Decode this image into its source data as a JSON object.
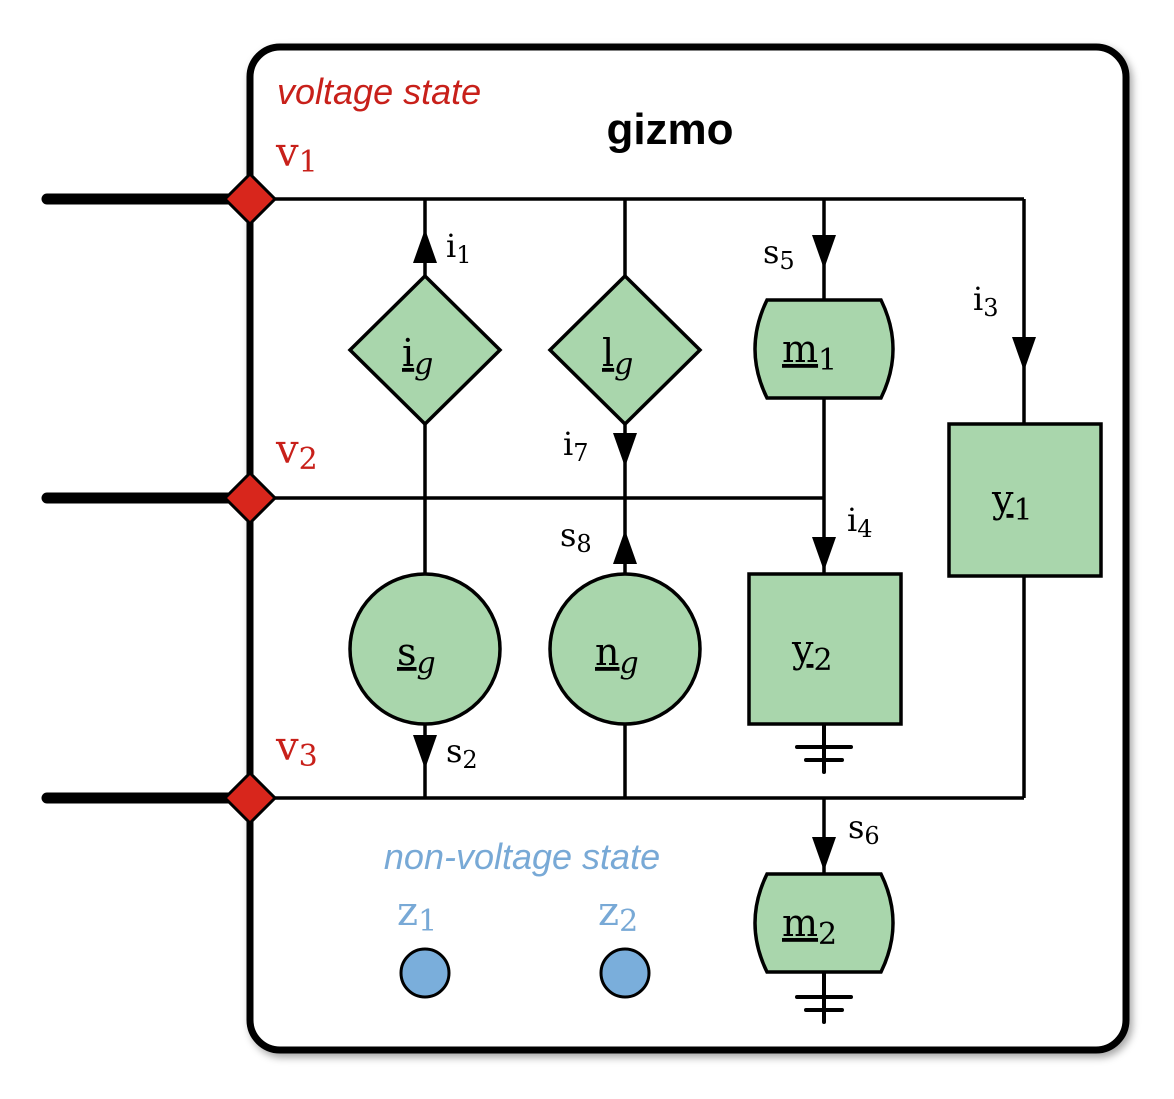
{
  "title": "gizmo",
  "legend": {
    "voltage_state": "voltage state",
    "non_voltage_state": "non-voltage state"
  },
  "voltage_nodes": [
    {
      "base": "v",
      "sub": "1"
    },
    {
      "base": "v",
      "sub": "2"
    },
    {
      "base": "v",
      "sub": "3"
    }
  ],
  "state_nodes": [
    {
      "base": "z",
      "sub": "1"
    },
    {
      "base": "z",
      "sub": "2"
    }
  ],
  "components": {
    "ig": {
      "base": "i",
      "sub": "g"
    },
    "lg": {
      "base": "l",
      "sub": "g"
    },
    "m1": {
      "base": "m",
      "sub": "1"
    },
    "y1": {
      "base": "y",
      "sub": "1"
    },
    "sg": {
      "base": "s",
      "sub": "g"
    },
    "ng": {
      "base": "n",
      "sub": "g"
    },
    "y2": {
      "base": "y",
      "sub": "2"
    },
    "m2": {
      "base": "m",
      "sub": "2"
    }
  },
  "flow_labels": {
    "i1": {
      "base": "i",
      "sub": "1"
    },
    "s5": {
      "base": "s",
      "sub": "5"
    },
    "i3": {
      "base": "i",
      "sub": "3"
    },
    "i7": {
      "base": "i",
      "sub": "7"
    },
    "i4": {
      "base": "i",
      "sub": "4"
    },
    "s8": {
      "base": "s",
      "sub": "8"
    },
    "s2": {
      "base": "s",
      "sub": "2"
    },
    "s6": {
      "base": "s",
      "sub": "6"
    }
  },
  "colors": {
    "component_fill": "#a9d6ac",
    "voltage_port": "#d8261c",
    "voltage_text": "#c8201a",
    "state_node": "#7aaedb",
    "state_text": "#78a9d6",
    "line": "#000000"
  }
}
